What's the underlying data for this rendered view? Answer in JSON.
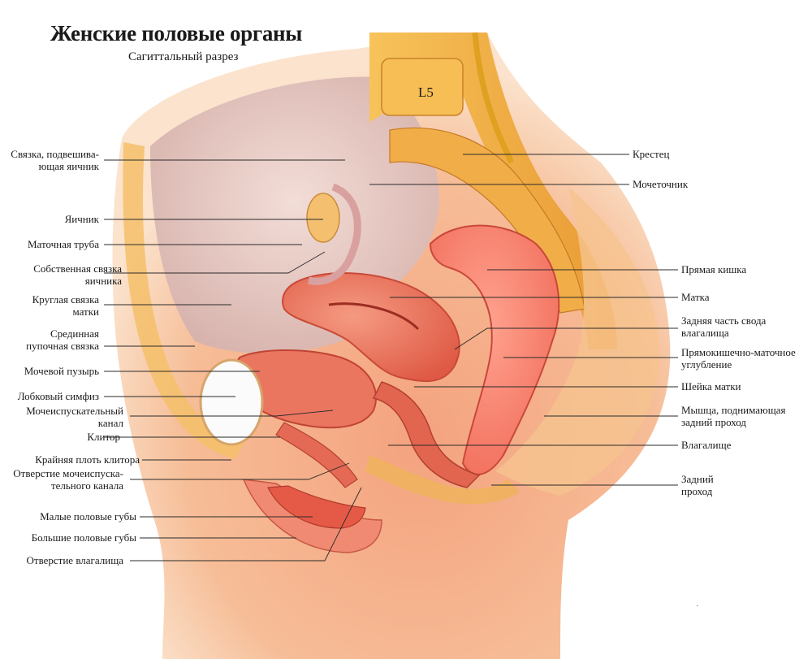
{
  "title": "Женские половые органы",
  "subtitle": "Сагиттальный разрез",
  "vertebra_label": "L5",
  "labels_left": [
    {
      "id": "suspensory-ligament",
      "lines": [
        "Связка, подвешива-",
        "ющая яичник"
      ]
    },
    {
      "id": "ovary",
      "lines": [
        "Яичник"
      ]
    },
    {
      "id": "uterine-tube",
      "lines": [
        "Маточная труба"
      ]
    },
    {
      "id": "ovarian-ligament",
      "lines": [
        "Собственная связка",
        "яичника"
      ]
    },
    {
      "id": "round-ligament",
      "lines": [
        "Круглая связка",
        "матки"
      ]
    },
    {
      "id": "median-umbilical-ligament",
      "lines": [
        "Срединная",
        "пупочная связка"
      ]
    },
    {
      "id": "bladder",
      "lines": [
        "Мочевой пузырь"
      ]
    },
    {
      "id": "pubic-symphysis",
      "lines": [
        "Лобковый симфиз"
      ]
    },
    {
      "id": "urethra",
      "lines": [
        "Мочеиспускательный",
        "канал"
      ]
    },
    {
      "id": "clitoris",
      "lines": [
        "Клитор"
      ]
    },
    {
      "id": "clitoral-hood",
      "lines": [
        "Крайняя плоть клитора"
      ]
    },
    {
      "id": "urethral-opening",
      "lines": [
        "Отверстие мочеиспуска-",
        "тельного канала"
      ]
    },
    {
      "id": "labia-minora",
      "lines": [
        "Малые половые губы"
      ]
    },
    {
      "id": "labia-majora",
      "lines": [
        "Большие половые губы"
      ]
    },
    {
      "id": "vaginal-opening",
      "lines": [
        "Отверстие влагалища"
      ]
    }
  ],
  "labels_right": [
    {
      "id": "sacrum",
      "lines": [
        "Крестец"
      ]
    },
    {
      "id": "ureter",
      "lines": [
        "Мочеточник"
      ]
    },
    {
      "id": "rectum",
      "lines": [
        "Прямая кишка"
      ]
    },
    {
      "id": "uterus",
      "lines": [
        "Матка"
      ]
    },
    {
      "id": "posterior-fornix",
      "lines": [
        "Задняя часть свода",
        "влагалища"
      ]
    },
    {
      "id": "rectouterine-pouch",
      "lines": [
        "Прямокишечно-маточное",
        "углубление"
      ]
    },
    {
      "id": "cervix",
      "lines": [
        "Шейка матки"
      ]
    },
    {
      "id": "levator-ani",
      "lines": [
        "Мышца, поднимающая",
        "задний проход"
      ]
    },
    {
      "id": "vagina",
      "lines": [
        "Влагалище"
      ]
    },
    {
      "id": "anus",
      "lines": [
        "Задний",
        "проход"
      ]
    }
  ],
  "corner_mark": "·",
  "colors": {
    "skin": "#f7c9a6",
    "skin_dark": "#e98a6a",
    "muscle": "#e8604e",
    "organ": "#ef7d66",
    "bone": "#f2b24a",
    "fat": "#f7d27a",
    "leader": "#2a2a2a"
  }
}
